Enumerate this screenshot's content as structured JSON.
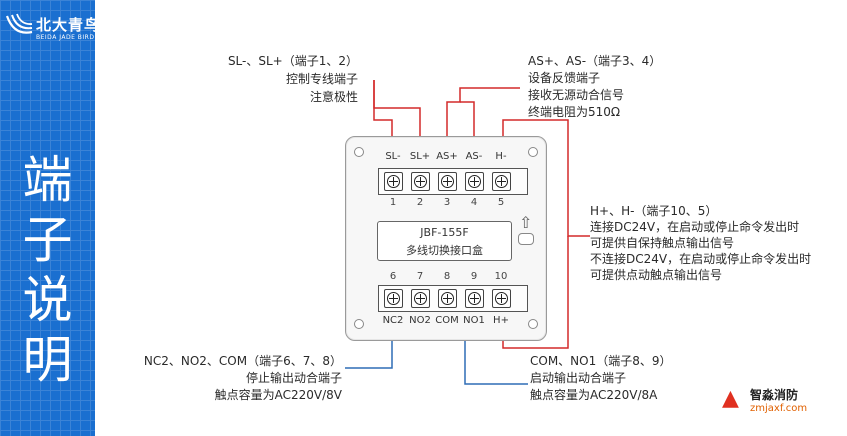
{
  "brand": {
    "logo_cn": "北大青鸟",
    "logo_en": "BEIDA JADE BIRD"
  },
  "sidebar_title": [
    "端",
    "子",
    "说",
    "明"
  ],
  "device": {
    "model_code": "JBF-155F",
    "model_name": "多线切换接口盒",
    "top_labels": [
      "SL-",
      "SL+",
      "AS+",
      "AS-",
      "H-"
    ],
    "top_numbers": [
      "1",
      "2",
      "3",
      "4",
      "5"
    ],
    "bottom_numbers": [
      "6",
      "7",
      "8",
      "9",
      "10"
    ],
    "bottom_labels": [
      "NC2",
      "NO2",
      "COM",
      "NO1",
      "H+"
    ],
    "arrow_glyph": "⇧"
  },
  "callouts": {
    "sl": [
      "SL-、SL+（端子1、2）",
      "控制专线端子",
      "注意极性"
    ],
    "as": [
      "AS+、AS-（端子3、4）",
      "设备反馈端子",
      "接收无源动合信号",
      "终端电阻为510Ω"
    ],
    "h": [
      "H+、H-（端子10、5）",
      "连接DC24V，在启动或停止命令发出时",
      "可提供自保持触点输出信号",
      "不连接DC24V，在启动或停止命令发出时",
      "可提供点动触点输出信号"
    ],
    "nc": [
      "NC2、NO2、COM（端子6、7、8）",
      "停止输出动合端子",
      "触点容量为AC220V/8V"
    ],
    "com": [
      "COM、NO1（端子8、9）",
      "启动输出动合端子",
      "触点容量为AC220V/8A"
    ]
  },
  "watermark": {
    "name": "智淼消防",
    "url": "zmjaxf.com"
  },
  "colors": {
    "sidebar": "#1a6fd0",
    "red_wire": "#d42a2a",
    "blue_wire": "#2f6db5"
  }
}
